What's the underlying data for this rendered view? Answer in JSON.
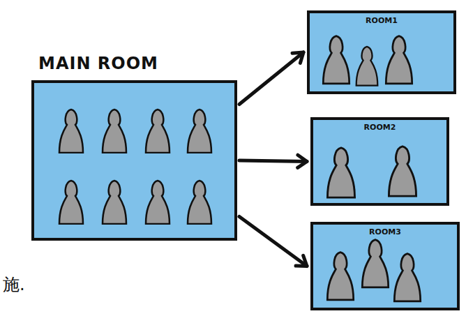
{
  "diagram": {
    "nodes": [
      {
        "text": [
          "MAIN ROOM"
        ]
      },
      {
        "text": [
          "ROOM1"
        ]
      },
      {
        "text": [
          "ROOM2"
        ]
      },
      {
        "text": [
          "ROOM3"
        ]
      }
    ],
    "edges": [
      {
        "from": 0,
        "to": 1,
        "arrow": "to"
      },
      {
        "from": 0,
        "to": 2,
        "arrow": "to"
      },
      {
        "from": 0,
        "to": 3,
        "arrow": "to"
      }
    ],
    "labels": [
      "施."
    ]
  }
}
